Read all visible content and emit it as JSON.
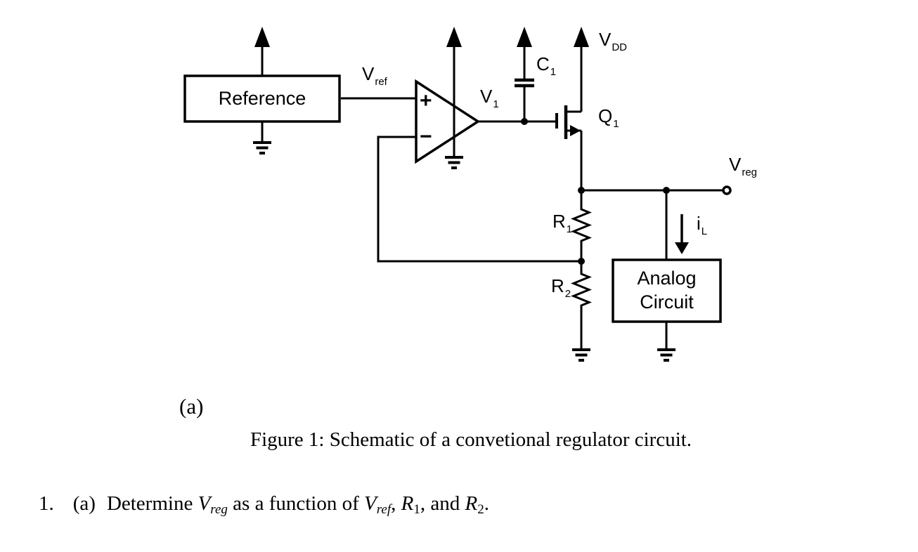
{
  "schematic": {
    "blocks": {
      "reference": "Reference",
      "analog_line1": "Analog",
      "analog_line2": "Circuit"
    },
    "labels": {
      "vref": {
        "main": "V",
        "sub": "ref"
      },
      "v1": {
        "main": "V",
        "sub": "1"
      },
      "c1": {
        "main": "C",
        "sub": "1"
      },
      "vdd": {
        "main": "V",
        "sub": "DD"
      },
      "q1": {
        "main": "Q",
        "sub": "1"
      },
      "vreg": {
        "main": "V",
        "sub": "reg"
      },
      "r1": {
        "main": "R",
        "sub": "1"
      },
      "r2": {
        "main": "R",
        "sub": "2"
      },
      "il": {
        "main": "i",
        "sub": "L"
      },
      "opamp_plus": "+",
      "opamp_minus": "−"
    },
    "colors": {
      "line": "#000000",
      "background": "#ffffff",
      "text": "#000000"
    }
  },
  "figure": {
    "panel_label": "(a)",
    "caption": "Figure 1: Schematic of a convetional regulator circuit."
  },
  "question": {
    "segments": [
      {
        "text": "1.",
        "class": "q-num"
      },
      {
        "text": "(a)",
        "class": "q-part"
      },
      {
        "text": "Determine ",
        "class": ""
      },
      {
        "text": "V",
        "class": "it"
      },
      {
        "text": "reg",
        "class": "it sub"
      },
      {
        "text": " as a function of ",
        "class": ""
      },
      {
        "text": "V",
        "class": "it"
      },
      {
        "text": "ref",
        "class": "it sub"
      },
      {
        "text": ", ",
        "class": ""
      },
      {
        "text": "R",
        "class": "it"
      },
      {
        "text": "1",
        "class": "sub"
      },
      {
        "text": ", and ",
        "class": ""
      },
      {
        "text": "R",
        "class": "it"
      },
      {
        "text": "2",
        "class": "sub"
      },
      {
        "text": ".",
        "class": ""
      }
    ]
  }
}
